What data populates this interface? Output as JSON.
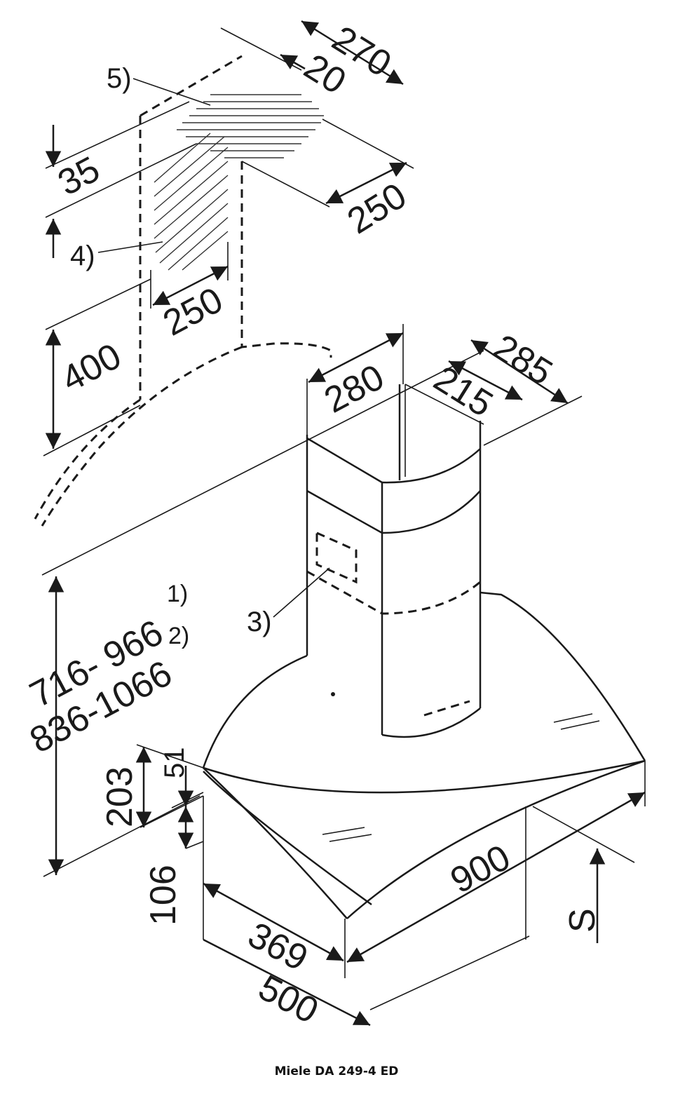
{
  "dimensions": {
    "d270": "270",
    "d20": "20",
    "d35": "35",
    "d250_right": "250",
    "d250_left": "250",
    "d400": "400",
    "d280": "280",
    "d285": "285",
    "d215": "215",
    "d_range1": "716- 966",
    "d_range2": "836-1066",
    "d203": "203",
    "d51": "51",
    "d106": "106",
    "d369": "369",
    "d500": "500",
    "d900": "900",
    "dS": "S"
  },
  "callouts": {
    "c5": "5)",
    "c4": "4)",
    "c3": "3)",
    "c1": "1)",
    "c2": "2)"
  },
  "caption": "Miele DA 249-4 ED"
}
